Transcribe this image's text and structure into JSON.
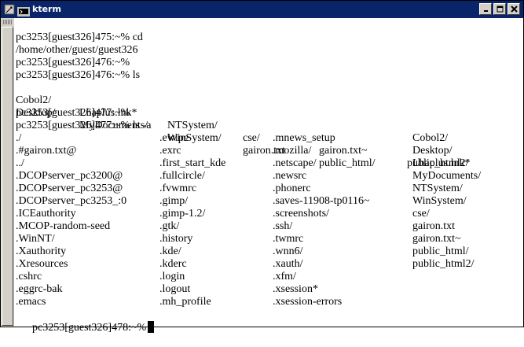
{
  "window": {
    "title": "kterm"
  },
  "terminal": {
    "lines": [
      "pc3253[guest326]475:~% cd",
      "/home/other/guest/guest326",
      "pc3253[guest326]476:~%",
      "pc3253[guest326]476:~% ls"
    ],
    "ls_rows": [
      [
        "Cobol2/",
        "Lhaplus.lnk*",
        "NTSystem/",
        "cse/",
        "gairon.txt~",
        "public_html2/"
      ],
      [
        "Desktop/",
        "MyDocuments/",
        "WinSystem/",
        "gairon.txt",
        "public_html/",
        ""
      ]
    ],
    "lines2": [
      "pc3253[guest326]477:~%",
      "pc3253[guest326]477:~% ls -a"
    ],
    "lsa_rows": [
      [
        "./",
        ".ewipe",
        ".mnews_setup",
        "Cobol2/"
      ],
      [
        ".#gairon.txt@",
        ".exrc",
        ".mozilla/",
        "Desktop/"
      ],
      [
        "../",
        ".first_start_kde",
        ".netscape/",
        "Lhaplus.lnk*"
      ],
      [
        ".DCOPserver_pc3200@",
        ".fullcircle/",
        ".newsrc",
        "MyDocuments/"
      ],
      [
        ".DCOPserver_pc3253@",
        ".fvwmrc",
        ".phonerc",
        "NTSystem/"
      ],
      [
        ".DCOPserver_pc3253_:0",
        ".gimp/",
        ".saves-11908-tp0116~",
        "WinSystem/"
      ],
      [
        ".ICEauthority",
        ".gimp-1.2/",
        ".screenshots/",
        "cse/"
      ],
      [
        ".MCOP-random-seed",
        ".gtk/",
        ".ssh/",
        "gairon.txt"
      ],
      [
        ".WinNT/",
        ".history",
        ".twmrc",
        "gairon.txt~"
      ],
      [
        ".Xauthority",
        ".kde/",
        ".wnn6/",
        "public_html/"
      ],
      [
        ".Xresources",
        ".kderc",
        ".xauth/",
        "public_html2/"
      ],
      [
        ".cshrc",
        ".login",
        ".xfm/",
        ""
      ],
      [
        ".eggrc-bak",
        ".logout",
        ".xsession*",
        ""
      ],
      [
        ".emacs",
        ".mh_profile",
        ".xsession-errors",
        ""
      ]
    ],
    "prompt_last": "pc3253[guest326]478:~%"
  }
}
